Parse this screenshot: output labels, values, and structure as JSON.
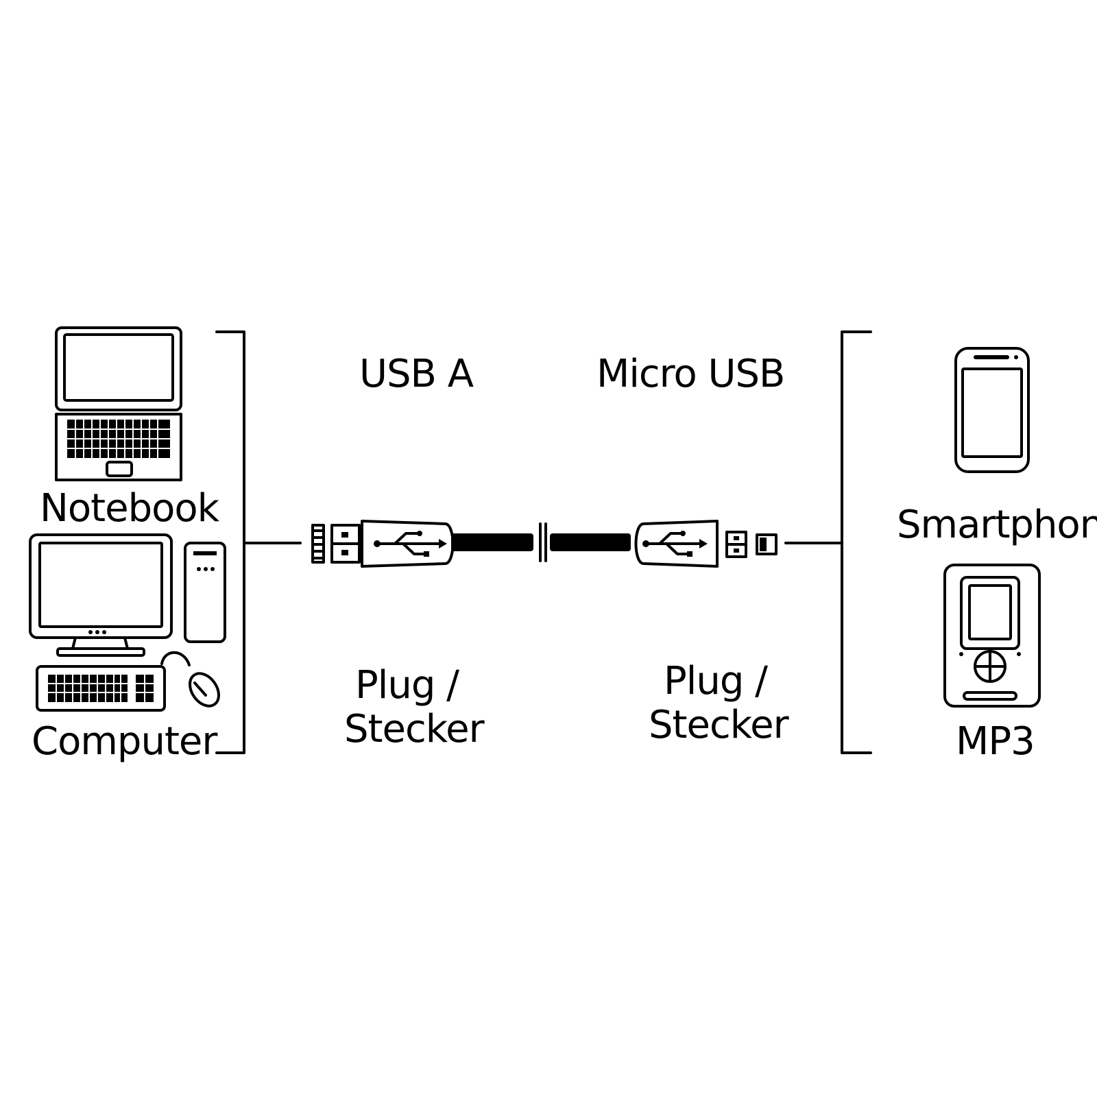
{
  "left_devices": {
    "notebook_label": "Notebook",
    "computer_label": "Computer"
  },
  "connectors": {
    "left_name": "USB A",
    "right_name": "Micro USB",
    "left_type_line1": "Plug /",
    "left_type_line2": "Stecker",
    "right_type_line1": "Plug /",
    "right_type_line2": "Stecker"
  },
  "right_devices": {
    "smartphone_label": "Smartphone",
    "mp3_label": "MP3"
  },
  "icons": {
    "notebook": "laptop-icon",
    "computer": "desktop-computer-icon",
    "usb_a_plug": "usb-a-plug-icon",
    "micro_usb_plug": "micro-usb-plug-icon",
    "smartphone": "smartphone-icon",
    "mp3": "mp3-player-icon"
  }
}
